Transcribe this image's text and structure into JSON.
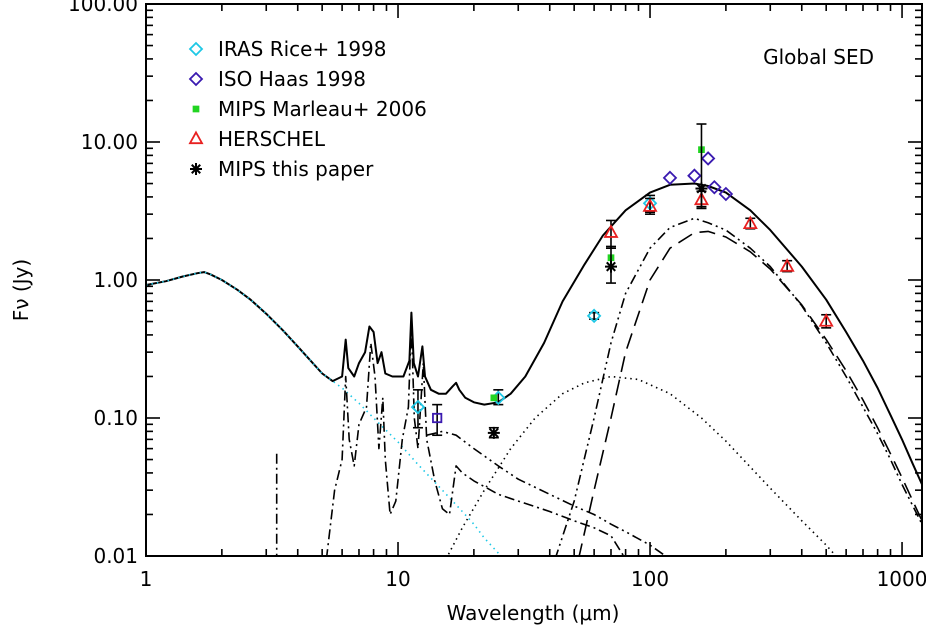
{
  "chart_data": {
    "type": "scatter",
    "title": "",
    "annotation": "Global SED",
    "xlabel": "Wavelength (μm)",
    "ylabel": "Fν (Jy)",
    "xscale": "log",
    "yscale": "log",
    "xlim": [
      1,
      1200
    ],
    "ylim": [
      0.01,
      100
    ],
    "xticks": [
      {
        "value": 1,
        "label": "1"
      },
      {
        "value": 10,
        "label": "10"
      },
      {
        "value": 100,
        "label": "100"
      },
      {
        "value": 1000,
        "label": "1000"
      }
    ],
    "yticks": [
      {
        "value": 0.01,
        "label": "0.01"
      },
      {
        "value": 0.1,
        "label": "0.10"
      },
      {
        "value": 1,
        "label": "1.00"
      },
      {
        "value": 10,
        "label": "10.00"
      },
      {
        "value": 100,
        "label": "100.00"
      }
    ],
    "grid": false,
    "legend_position": "top-left",
    "series": [
      {
        "name": "IRAS Rice+ 1998",
        "marker": "diamond",
        "color": "#1ec8e6",
        "points": [
          {
            "x": 12,
            "y": 0.12,
            "err": [
              0.085,
              0.16
            ]
          },
          {
            "x": 25,
            "y": 0.14,
            "err": [
              0.125,
              0.16
            ]
          },
          {
            "x": 60,
            "y": 0.55,
            "err": [
              0.52,
              0.58
            ]
          },
          {
            "x": 100,
            "y": 3.6,
            "err": [
              3.1,
              4.1
            ]
          }
        ]
      },
      {
        "name": "ISO Haas 1998",
        "marker": "diamond",
        "color": "#3a1ab0",
        "points": [
          {
            "x": 120,
            "y": 5.5
          },
          {
            "x": 150,
            "y": 5.7
          },
          {
            "x": 170,
            "y": 7.6
          },
          {
            "x": 180,
            "y": 4.7
          },
          {
            "x": 200,
            "y": 4.2
          }
        ]
      },
      {
        "name": "MIPS Marleau+ 2006",
        "marker": "square",
        "color": "#22d422",
        "points": [
          {
            "x": 24,
            "y": 0.14
          },
          {
            "x": 70,
            "y": 1.45
          },
          {
            "x": 160,
            "y": 8.8
          }
        ]
      },
      {
        "name": "HERSCHEL",
        "marker": "triangle",
        "color": "#e82020",
        "points": [
          {
            "x": 70,
            "y": 2.2,
            "err": [
              1.7,
              2.7
            ]
          },
          {
            "x": 100,
            "y": 3.4,
            "err": [
              3.0,
              3.9
            ]
          },
          {
            "x": 160,
            "y": 3.8,
            "err": [
              3.3,
              4.4
            ]
          },
          {
            "x": 250,
            "y": 2.55,
            "err": [
              2.35,
              2.8
            ]
          },
          {
            "x": 350,
            "y": 1.25,
            "err": [
              1.15,
              1.38
            ]
          },
          {
            "x": 500,
            "y": 0.5,
            "err": [
              0.45,
              0.56
            ]
          }
        ]
      },
      {
        "name": "MIPS this paper",
        "marker": "asterisk",
        "color": "#000000",
        "points": [
          {
            "x": 24,
            "y": 0.078,
            "err": [
              0.072,
              0.085
            ]
          },
          {
            "x": 70,
            "y": 1.25,
            "err": [
              0.95,
              1.75
            ]
          },
          {
            "x": 160,
            "y": 4.6,
            "err": [
              3.4,
              13.5
            ]
          }
        ]
      },
      {
        "name": "",
        "marker": "square",
        "color": "#3a1ab0",
        "points": [
          {
            "x": 14.3,
            "y": 0.1,
            "err": [
              0.075,
              0.125
            ]
          }
        ]
      }
    ],
    "model_curves": [
      {
        "style": "solid",
        "color": "#000000",
        "points": [
          [
            1,
            0.92
          ],
          [
            1.2,
            0.98
          ],
          [
            1.4,
            1.06
          ],
          [
            1.6,
            1.12
          ],
          [
            1.7,
            1.14
          ],
          [
            1.8,
            1.1
          ],
          [
            2,
            1.0
          ],
          [
            2.3,
            0.85
          ],
          [
            2.6,
            0.72
          ],
          [
            3,
            0.57
          ],
          [
            3.5,
            0.43
          ],
          [
            4,
            0.33
          ],
          [
            4.5,
            0.26
          ],
          [
            5,
            0.21
          ],
          [
            5.5,
            0.185
          ],
          [
            6,
            0.2
          ],
          [
            6.2,
            0.37
          ],
          [
            6.35,
            0.23
          ],
          [
            6.7,
            0.2
          ],
          [
            7,
            0.25
          ],
          [
            7.4,
            0.3
          ],
          [
            7.7,
            0.46
          ],
          [
            8,
            0.42
          ],
          [
            8.3,
            0.25
          ],
          [
            8.6,
            0.3
          ],
          [
            8.9,
            0.21
          ],
          [
            9.5,
            0.2
          ],
          [
            10.5,
            0.2
          ],
          [
            11.1,
            0.26
          ],
          [
            11.3,
            0.58
          ],
          [
            11.55,
            0.25
          ],
          [
            12,
            0.2
          ],
          [
            12.5,
            0.33
          ],
          [
            12.8,
            0.2
          ],
          [
            13.5,
            0.16
          ],
          [
            14.5,
            0.15
          ],
          [
            15.5,
            0.15
          ],
          [
            16.5,
            0.17
          ],
          [
            17,
            0.18
          ],
          [
            17.5,
            0.16
          ],
          [
            18.5,
            0.14
          ],
          [
            20,
            0.13
          ],
          [
            22,
            0.125
          ],
          [
            25,
            0.13
          ],
          [
            28,
            0.15
          ],
          [
            32,
            0.2
          ],
          [
            38,
            0.35
          ],
          [
            45,
            0.7
          ],
          [
            55,
            1.3
          ],
          [
            65,
            2.1
          ],
          [
            80,
            3.2
          ],
          [
            100,
            4.3
          ],
          [
            120,
            4.9
          ],
          [
            150,
            5.0
          ],
          [
            170,
            4.8
          ],
          [
            200,
            4.3
          ],
          [
            250,
            3.2
          ],
          [
            300,
            2.3
          ],
          [
            400,
            1.25
          ],
          [
            500,
            0.72
          ],
          [
            600,
            0.42
          ],
          [
            700,
            0.26
          ],
          [
            800,
            0.165
          ],
          [
            900,
            0.105
          ],
          [
            1000,
            0.07
          ],
          [
            1100,
            0.047
          ],
          [
            1200,
            0.033
          ]
        ]
      },
      {
        "style": "dotted",
        "color": "#1ec8e6",
        "points": [
          [
            1,
            0.92
          ],
          [
            1.2,
            0.98
          ],
          [
            1.4,
            1.06
          ],
          [
            1.6,
            1.12
          ],
          [
            1.7,
            1.14
          ],
          [
            1.8,
            1.1
          ],
          [
            2,
            1.0
          ],
          [
            2.3,
            0.85
          ],
          [
            2.6,
            0.72
          ],
          [
            3,
            0.57
          ],
          [
            3.5,
            0.43
          ],
          [
            4,
            0.33
          ],
          [
            4.5,
            0.26
          ],
          [
            5,
            0.21
          ],
          [
            6,
            0.165
          ],
          [
            7,
            0.128
          ],
          [
            8,
            0.1
          ],
          [
            10,
            0.067
          ],
          [
            12,
            0.046
          ],
          [
            15,
            0.03
          ],
          [
            18,
            0.021
          ],
          [
            20,
            0.017
          ],
          [
            22,
            0.0135
          ],
          [
            25,
            0.0105
          ],
          [
            26.5,
            0.0095
          ]
        ]
      },
      {
        "style": "dotted",
        "color": "#000000",
        "points": [
          [
            15.5,
            0.0095
          ],
          [
            18,
            0.016
          ],
          [
            22,
            0.03
          ],
          [
            28,
            0.06
          ],
          [
            35,
            0.1
          ],
          [
            45,
            0.15
          ],
          [
            55,
            0.18
          ],
          [
            70,
            0.2
          ],
          [
            90,
            0.19
          ],
          [
            120,
            0.15
          ],
          [
            160,
            0.1
          ],
          [
            200,
            0.068
          ],
          [
            300,
            0.031
          ],
          [
            400,
            0.018
          ],
          [
            500,
            0.012
          ],
          [
            560,
            0.0095
          ]
        ]
      },
      {
        "style": "dash-dot",
        "color": "#000000",
        "points": [
          [
            3.3,
            0.055
          ],
          [
            3.3,
            0.0095
          ]
        ]
      },
      {
        "style": "dash-dot",
        "color": "#000000",
        "points": [
          [
            5.2,
            0.0095
          ],
          [
            5.6,
            0.03
          ],
          [
            6.0,
            0.05
          ],
          [
            6.2,
            0.2
          ],
          [
            6.4,
            0.07
          ],
          [
            6.7,
            0.045
          ],
          [
            7.0,
            0.09
          ],
          [
            7.5,
            0.12
          ],
          [
            7.8,
            0.35
          ],
          [
            8.1,
            0.2
          ],
          [
            8.4,
            0.06
          ],
          [
            8.7,
            0.14
          ],
          [
            8.9,
            0.05
          ],
          [
            9.3,
            0.02
          ],
          [
            9.8,
            0.025
          ],
          [
            10.4,
            0.07
          ],
          [
            11.0,
            0.12
          ],
          [
            11.3,
            0.48
          ],
          [
            11.6,
            0.1
          ],
          [
            12.0,
            0.06
          ],
          [
            12.6,
            0.25
          ],
          [
            13,
            0.07
          ],
          [
            14,
            0.035
          ],
          [
            15,
            0.022
          ],
          [
            16,
            0.02
          ],
          [
            17,
            0.045
          ],
          [
            18,
            0.04
          ],
          [
            20,
            0.035
          ],
          [
            25,
            0.028
          ],
          [
            30,
            0.025
          ],
          [
            40,
            0.021
          ],
          [
            50,
            0.018
          ],
          [
            60,
            0.016
          ],
          [
            70,
            0.014
          ],
          [
            80,
            0.0095
          ]
        ]
      },
      {
        "style": "dash-dot-dot",
        "color": "#000000",
        "points": [
          [
            13,
            0.075
          ],
          [
            15,
            0.08
          ],
          [
            17,
            0.075
          ],
          [
            20,
            0.06
          ],
          [
            25,
            0.045
          ],
          [
            30,
            0.036
          ],
          [
            40,
            0.028
          ],
          [
            50,
            0.023
          ],
          [
            60,
            0.02
          ],
          [
            70,
            0.017
          ],
          [
            80,
            0.015
          ],
          [
            100,
            0.012
          ],
          [
            120,
            0.0095
          ]
        ]
      },
      {
        "style": "dash-dot-dot",
        "color": "#000000",
        "points": [
          [
            42,
            0.0095
          ],
          [
            50,
            0.025
          ],
          [
            60,
            0.1
          ],
          [
            70,
            0.35
          ],
          [
            80,
            0.8
          ],
          [
            100,
            1.7
          ],
          [
            120,
            2.4
          ],
          [
            150,
            2.8
          ],
          [
            170,
            2.6
          ],
          [
            200,
            2.3
          ],
          [
            250,
            1.7
          ],
          [
            300,
            1.25
          ],
          [
            400,
            0.65
          ],
          [
            500,
            0.35
          ],
          [
            600,
            0.2
          ],
          [
            700,
            0.12
          ],
          [
            800,
            0.077
          ],
          [
            900,
            0.05
          ],
          [
            1000,
            0.033
          ],
          [
            1200,
            0.017
          ]
        ]
      },
      {
        "style": "dashed",
        "color": "#000000",
        "points": [
          [
            52,
            0.0095
          ],
          [
            60,
            0.03
          ],
          [
            70,
            0.1
          ],
          [
            80,
            0.3
          ],
          [
            100,
            1.0
          ],
          [
            120,
            1.7
          ],
          [
            150,
            2.2
          ],
          [
            170,
            2.25
          ],
          [
            200,
            2.05
          ],
          [
            250,
            1.6
          ],
          [
            300,
            1.2
          ],
          [
            400,
            0.66
          ],
          [
            500,
            0.37
          ],
          [
            600,
            0.22
          ],
          [
            700,
            0.135
          ],
          [
            800,
            0.085
          ],
          [
            900,
            0.055
          ],
          [
            1000,
            0.037
          ],
          [
            1200,
            0.018
          ]
        ]
      }
    ]
  }
}
